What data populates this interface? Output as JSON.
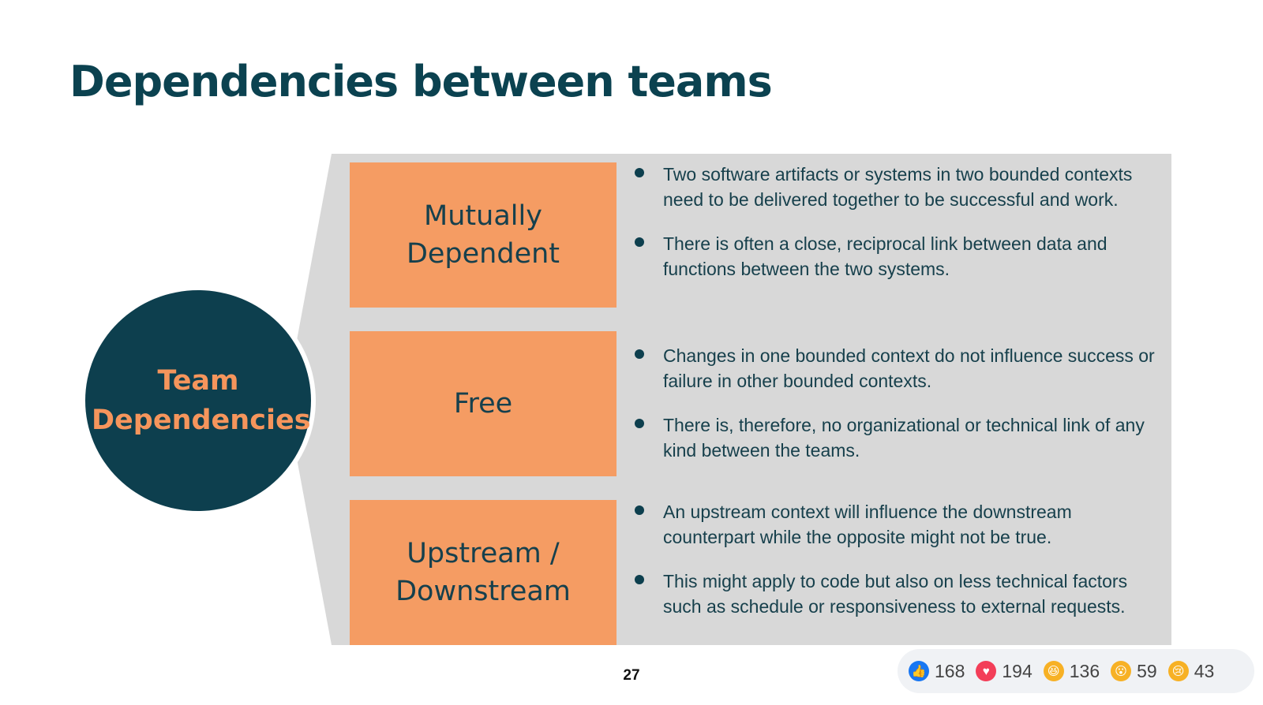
{
  "slide": {
    "title": "Dependencies between teams",
    "page_number": "27"
  },
  "hub": {
    "label": "Team\nDependencies"
  },
  "categories": [
    {
      "label": "Mutually\nDependent",
      "bullets": [
        "Two software artifacts or systems in two bounded contexts need to be delivered together to be successful and work.",
        "There is often a close, reciprocal link between data and functions between the two systems."
      ]
    },
    {
      "label": "Free",
      "bullets": [
        "Changes in one bounded context do not influence success or failure in other bounded contexts.",
        "There is, therefore, no organizational or technical link of any kind between the teams."
      ]
    },
    {
      "label": "Upstream /\nDownstream",
      "bullets": [
        "An upstream context will influence the downstream counterpart while the opposite might not be true.",
        "This might apply to code but also on less technical factors such as schedule or responsiveness to external requests."
      ]
    }
  ],
  "reactions": [
    {
      "icon": "like-icon",
      "count": "168",
      "color": "#1877f2",
      "glyph": "👍"
    },
    {
      "icon": "love-icon",
      "count": "194",
      "color": "#f33e58",
      "glyph": "♥"
    },
    {
      "icon": "haha-icon",
      "count": "136",
      "color": "#f7b125",
      "glyph": "😆"
    },
    {
      "icon": "wow-icon",
      "count": "59",
      "color": "#f7b125",
      "glyph": "😮"
    },
    {
      "icon": "sad-icon",
      "count": "43",
      "color": "#f7b125",
      "glyph": "😢"
    }
  ],
  "colors": {
    "title": "#0b4250",
    "hub": "#0d3f4e",
    "accent_orange": "#f59c63",
    "panel_gray": "#d8d8d8"
  }
}
